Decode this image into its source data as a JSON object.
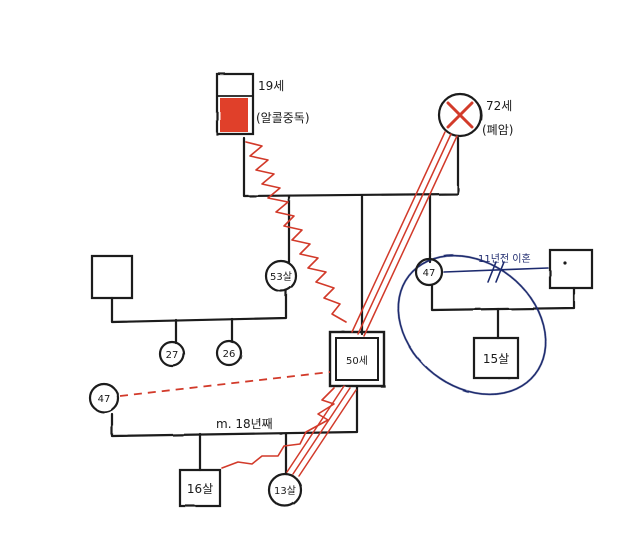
{
  "genogram": {
    "grandfather": {
      "age": "19세",
      "note": "(알콜중독)"
    },
    "grandmother": {
      "age": "72세",
      "note": "(폐암)"
    },
    "uncle": {
      "age": ""
    },
    "aunt": {
      "age": "53살"
    },
    "cousin1": {
      "age": "27"
    },
    "cousin2": {
      "age": "26"
    },
    "client": {
      "age": "50세"
    },
    "sister": {
      "age": "47"
    },
    "sister_partner": {
      "age": ""
    },
    "sister_divorce_note": "11년전 이혼",
    "niece": {
      "age": "15살"
    },
    "wife": {
      "age": "47"
    },
    "marriage_note": "m. 18년째",
    "son": {
      "age": "16살"
    },
    "daughter": {
      "age": "13살"
    }
  },
  "colors": {
    "ink": "#1a1a1a",
    "conflict": "#d23a2a",
    "household": "#1e2a6e",
    "fill_partial": "#e0402a"
  }
}
